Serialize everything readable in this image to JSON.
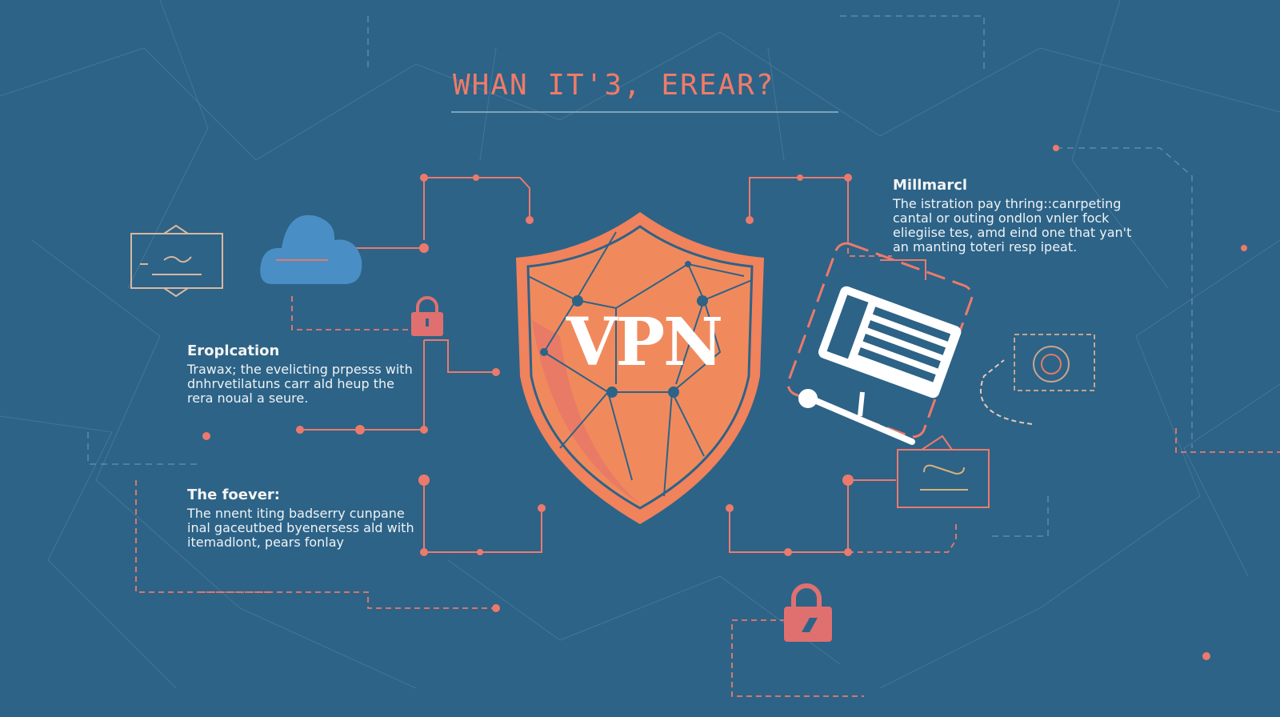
{
  "header": {
    "title": "WHAN IT'3, EREAR?"
  },
  "shield": {
    "label": "VPN"
  },
  "sections": [
    {
      "title": "Millmarcl",
      "body": "The istration pay thring::canrpeting cantal or outing ondlon vnler fock eliegiise tes, amd eind one that yan't an manting toteri resp ipeat."
    },
    {
      "title": "Eroplcation",
      "body": "Trawax; the evelicting prpesss with dnhrvetilatuns carr ald heup the rera noual a seure."
    },
    {
      "title": "The foever:",
      "body": "The nnent iting badserry cunpane inal gaceutbed byenersess ald with itemadlont, pears fonlay"
    }
  ],
  "colors": {
    "background": "#2d6387",
    "accent": "#f07b68",
    "shield": "#f08a5d"
  }
}
